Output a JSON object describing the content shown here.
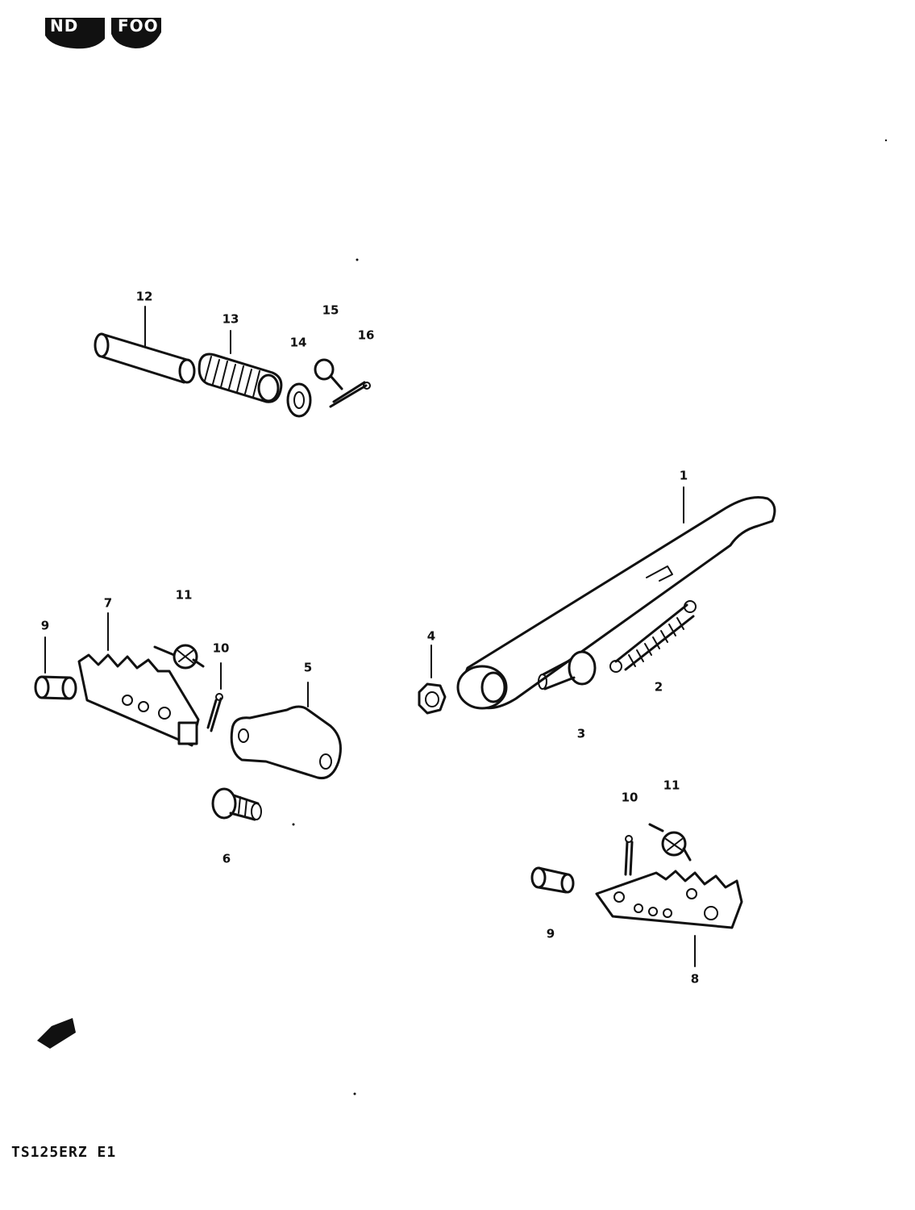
{
  "header": {
    "title_fragment_1": "ND",
    "title_fragment_2": "FOO"
  },
  "callouts": {
    "p1": "1",
    "p2": "2",
    "p3": "3",
    "p4": "4",
    "p5": "5",
    "p6": "6",
    "p7": "7",
    "p8": "8",
    "p9a": "9",
    "p9b": "9",
    "p10a": "10",
    "p10b": "10",
    "p11a": "11",
    "p11b": "11",
    "p12": "12",
    "p13": "13",
    "p14": "14",
    "p15": "15",
    "p16": "16"
  },
  "footer": {
    "model_code": "TS125ERZ E1"
  },
  "colors": {
    "ink": "#111111",
    "paper": "#ffffff"
  }
}
